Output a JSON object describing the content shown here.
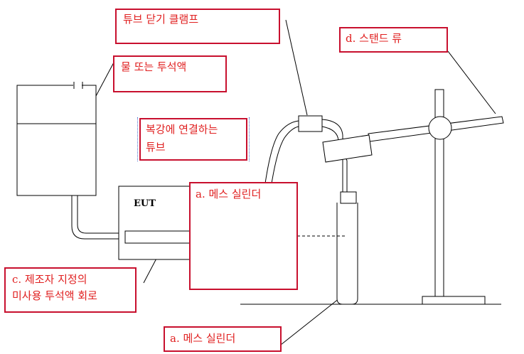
{
  "labels": {
    "tube_clamp": "튜브 닫기 클램프",
    "stand": "d. 스탠드 류",
    "fluid": "물 또는 투석액",
    "tube_to_abdomen_line1": "복강에 연결하는",
    "tube_to_abdomen_line2": "튜브",
    "cylinder_top": "a. 메스 실린더",
    "manufacturer_line1": "c. 제조자 지정의",
    "manufacturer_line2": "미사용 투석액 회로",
    "cylinder_bottom": "a. 메스 실린더"
  },
  "eut": "EUT",
  "colors": {
    "label_text": "#e02020",
    "label_border": "#c8102e",
    "line": "#000000"
  }
}
